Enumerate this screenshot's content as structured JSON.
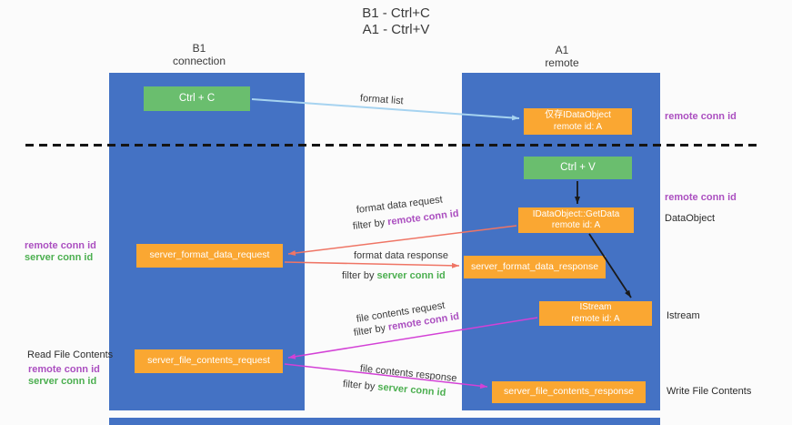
{
  "title": {
    "line1": "B1 - Ctrl+C",
    "line2": "A1 - Ctrl+V"
  },
  "lanes": {
    "left": {
      "name": "B1",
      "subtitle": "connection"
    },
    "right": {
      "name": "A1",
      "subtitle": "remote"
    }
  },
  "boxes": {
    "ctrl_c": "Ctrl + C",
    "ctrl_v": "Ctrl + V",
    "idataobject": {
      "line1": "仅存IDataObject",
      "line2": "remote id: A"
    },
    "getdata": {
      "line1": "IDataObject::GetData",
      "line2": "remote id: A"
    },
    "istream": {
      "line1": "IStream",
      "line2": "remote id: A"
    },
    "format_request": "server_format_data_request",
    "format_response": "server_format_data_response",
    "file_request": "server_file_contents_request",
    "file_response": "server_file_contents_response"
  },
  "arrow_labels": {
    "format_list": "format list",
    "format_data_request": "format data request",
    "format_data_response": "format data response",
    "file_contents_request": "file contents request",
    "file_contents_response": "file contents response",
    "filter_by": "filter by",
    "remote_conn_id": "remote conn id",
    "server_conn_id": "server conn id"
  },
  "side_labels": {
    "left": {
      "remote_conn_id_1": "remote conn id",
      "server_conn_id_1": "server conn id",
      "read_file_contents": "Read File Contents",
      "remote_conn_id_2": "remote conn id",
      "server_conn_id_2": "server conn id"
    },
    "right": {
      "remote_conn_id_1": "remote conn id",
      "remote_conn_id_2": "remote conn id",
      "dataobject": "DataObject",
      "istream": "Istream",
      "write_file_contents": "Write File Contents"
    }
  },
  "colors": {
    "lane_blue": "#4472c4",
    "box_green": "#6abe6e",
    "box_orange": "#faa732",
    "label_purple": "#ab4fc0",
    "label_green": "#4caf50",
    "arrow_red": "#ef7565",
    "arrow_magenta": "#d341d6",
    "arrow_blue": "#a6d3f0",
    "arrow_black": "#1a1a1a"
  }
}
